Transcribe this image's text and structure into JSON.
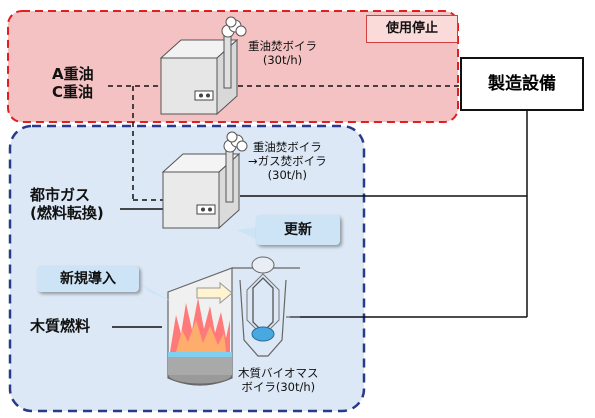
{
  "status_tag": "使用停止",
  "manufacturing": "製造設備",
  "fuel_heavy": {
    "line1": "A重油",
    "line2": "C重油"
  },
  "fuel_gas": {
    "line1": "都市ガス",
    "line2": "(燃料転換)"
  },
  "fuel_wood": "木質燃料",
  "boiler_old": {
    "line1": "重油焚ボイラ",
    "line2": "(30t/h)"
  },
  "boiler_converted": {
    "line1": "重油焚ボイラ",
    "line2": "→ガス焚ボイラ",
    "line3": "(30t/h)"
  },
  "boiler_biomass": {
    "line1": "木質バイオマス",
    "line2": "ボイラ(30t/h)"
  },
  "tag_update": "更新",
  "tag_new": "新規導入",
  "colors": {
    "red_zone": "#f4c2c2",
    "red_border": "#e02020",
    "blue_zone": "#dce8f5",
    "blue_border": "#2a3a8a",
    "tag_blue": "#cde4f7"
  }
}
